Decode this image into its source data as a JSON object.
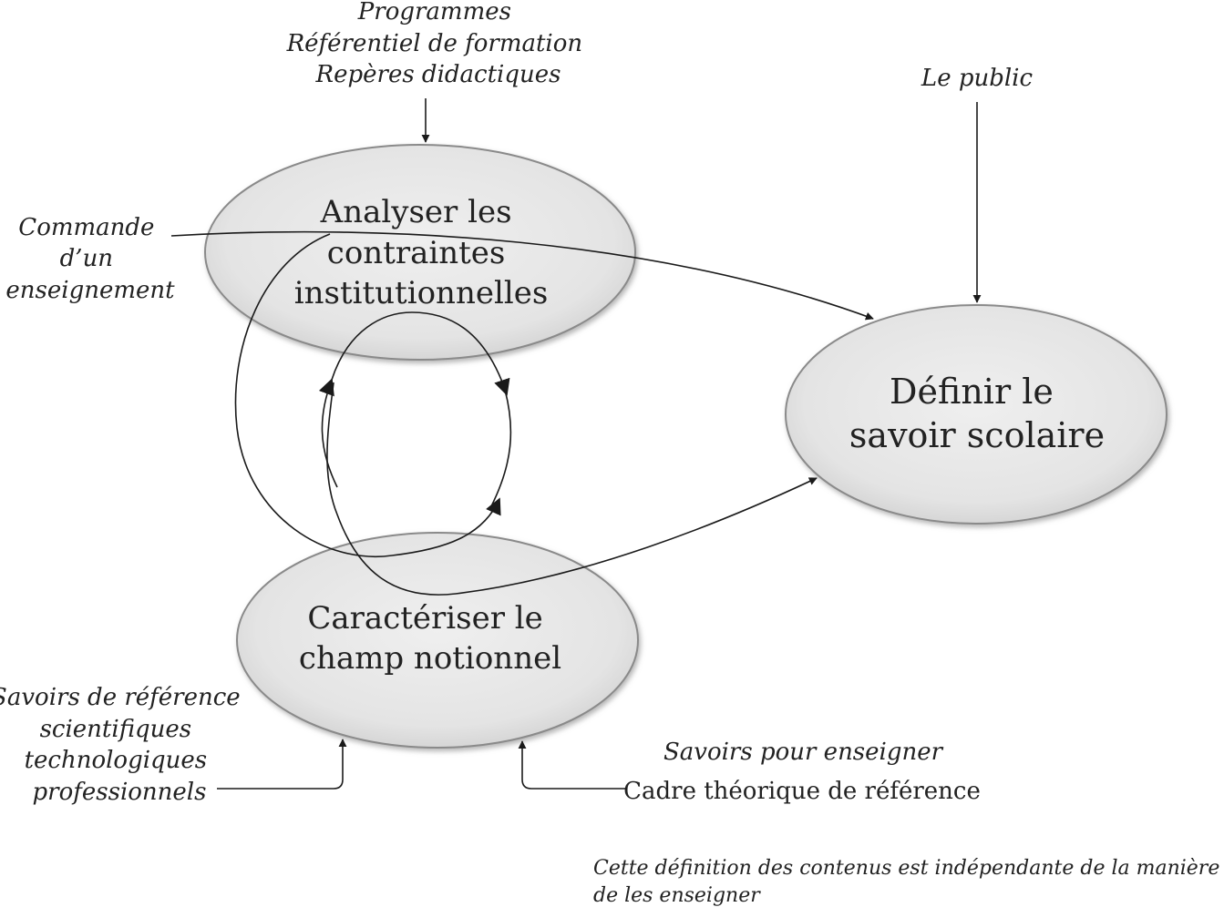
{
  "nodes": {
    "analyser": {
      "lines": [
        "Analyser les",
        "contraintes",
        "institutionnelles"
      ]
    },
    "definir": {
      "lines": [
        "Définir le",
        "savoir scolaire"
      ]
    },
    "caracteriser": {
      "lines": [
        "Caractériser le",
        "champ notionnel"
      ]
    }
  },
  "inputs": {
    "programmes": {
      "lines": [
        "Programmes",
        "Référentiel de formation",
        "Repères didactiques"
      ]
    },
    "public": {
      "lines": [
        "Le public"
      ]
    },
    "commande": {
      "lines": [
        "Commande",
        "d’un",
        "enseignement"
      ]
    },
    "savoirs_reference": {
      "lines": [
        "Savoirs de référence",
        "scientifiques",
        "technologiques",
        "professionnels"
      ]
    },
    "savoirs_enseigner": {
      "lines": [
        "Savoirs pour enseigner"
      ]
    },
    "cadre": {
      "lines": [
        "Cadre théorique de référence"
      ]
    }
  },
  "note": {
    "lines": [
      "Cette définition des contenus est indépendante de la manière",
      "de les enseigner"
    ]
  },
  "colors": {
    "ellipse_fill": "#e6e6e6",
    "ellipse_stroke": "#8a8a8a",
    "line": "#1a1a1a",
    "text": "#222222"
  }
}
